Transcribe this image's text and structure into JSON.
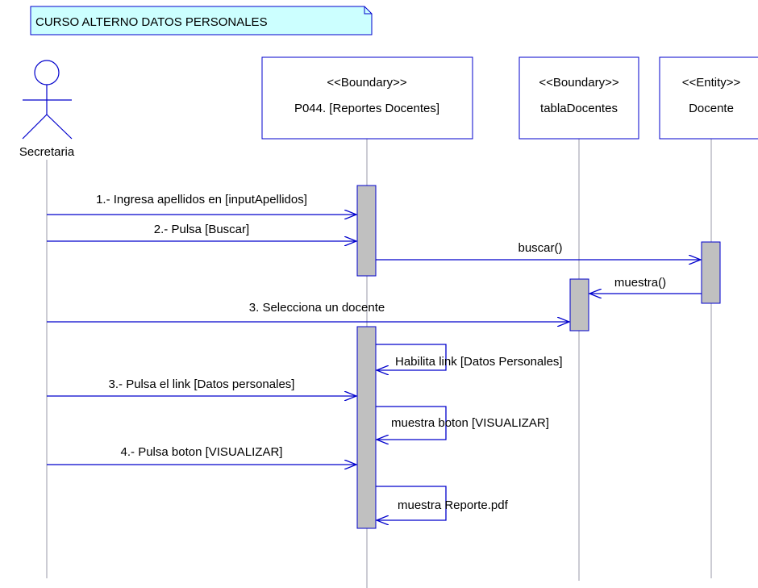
{
  "note": {
    "text": "CURSO ALTERNO DATOS PERSONALES",
    "fill": "#ccffff",
    "border": "#0000cc"
  },
  "actor": {
    "name": "Secretaria"
  },
  "objects": [
    {
      "id": "p044",
      "stereotype": "<<Boundary>>",
      "name": "P044. [Reportes Docentes]"
    },
    {
      "id": "tabla",
      "stereotype": "<<Boundary>>",
      "name": "tablaDocentes"
    },
    {
      "id": "docente",
      "stereotype": "<<Entity>>",
      "name": "Docente"
    }
  ],
  "messages": [
    "1.- Ingresa apellidos en [inputApellidos]",
    "2.- Pulsa [Buscar]",
    "buscar()",
    "muestra()",
    "3. Selecciona un docente",
    "Habilita link [Datos Personales]",
    "3.- Pulsa el link [Datos personales]",
    "muestra boton [VISUALIZAR]",
    "4.- Pulsa boton [VISUALIZAR]",
    "muestra Reporte.pdf"
  ],
  "colors": {
    "line": "#0000cc",
    "activation_fill": "#c0c0c0",
    "lifeline": "#9999aa"
  }
}
